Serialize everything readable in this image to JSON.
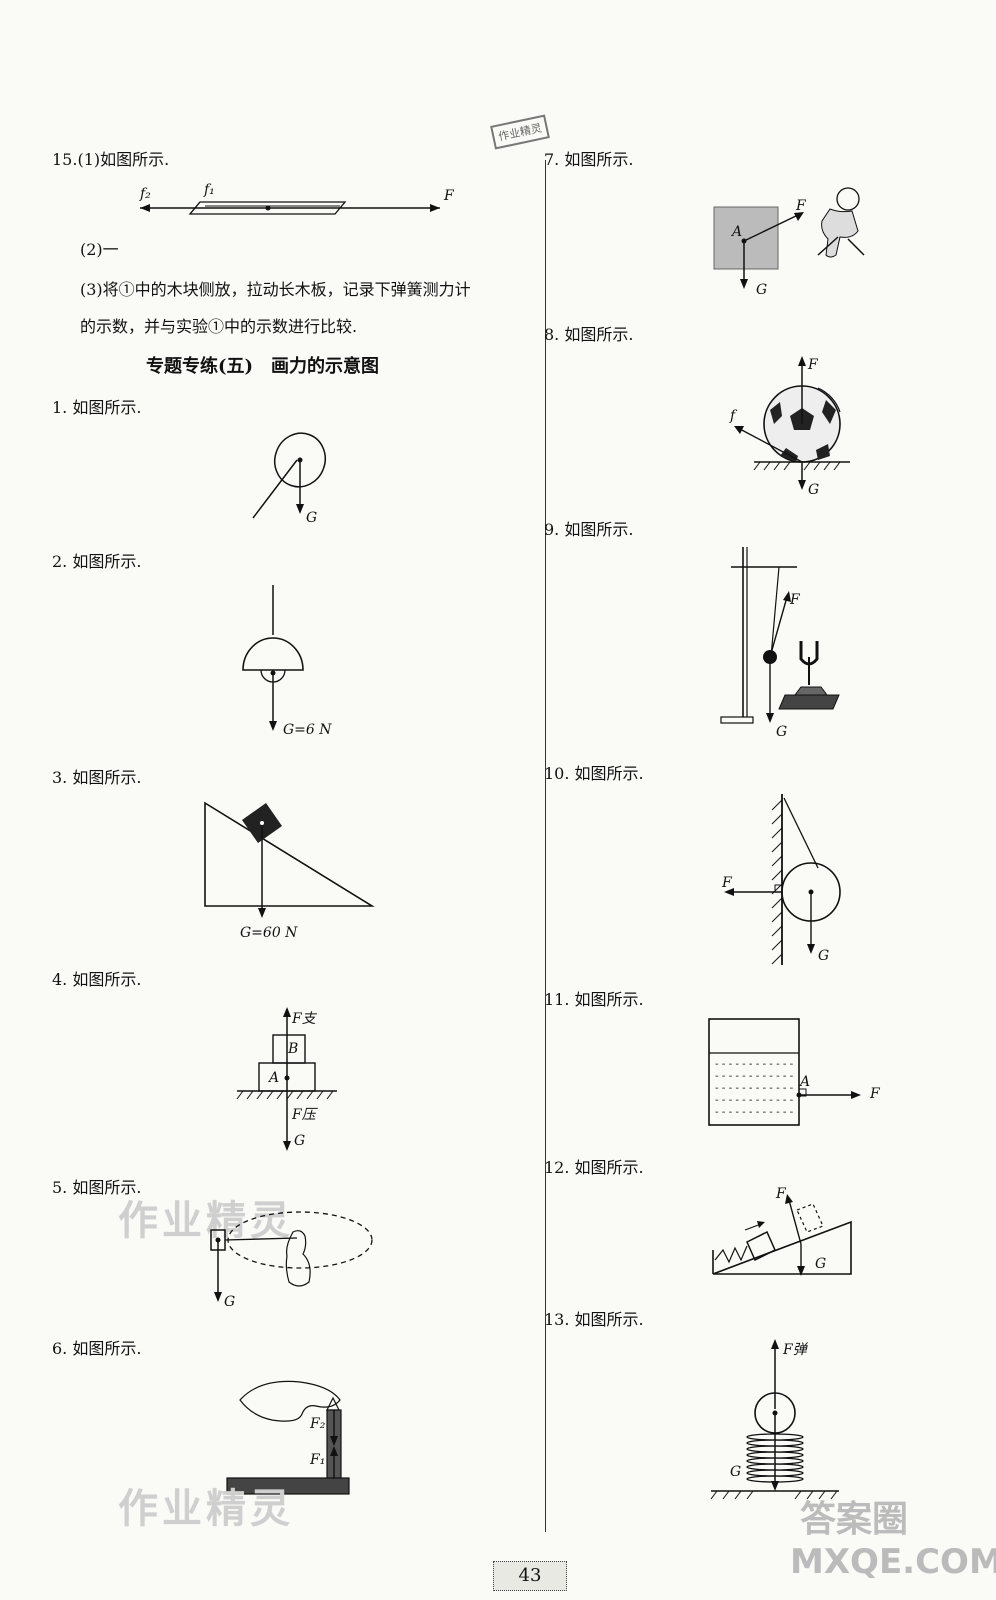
{
  "q15": {
    "part1": "15.(1)如图所示.",
    "labels": {
      "f2": "f₂",
      "f1": "f₁",
      "F": "F"
    },
    "part2": "(2)一",
    "part3_line1": "(3)将①中的木块侧放，拉动长木板，记录下弹簧测力计",
    "part3_line2": "的示数，并与实验①中的示数进行比较."
  },
  "section_title": "专题专练(五)　画力的示意图",
  "items": [
    {
      "num": "1. 如图所示.",
      "labels": [
        "G"
      ]
    },
    {
      "num": "2. 如图所示.",
      "labels": [
        "G=6 N"
      ]
    },
    {
      "num": "3. 如图所示.",
      "labels": [
        "G=60 N"
      ]
    },
    {
      "num": "4. 如图所示.",
      "labels": [
        "F支",
        "B",
        "A",
        "F压",
        "G"
      ]
    },
    {
      "num": "5. 如图所示.",
      "labels": [
        "G"
      ]
    },
    {
      "num": "6. 如图所示.",
      "labels": [
        "F₂",
        "F₁"
      ]
    },
    {
      "num": "7. 如图所示.",
      "labels": [
        "F",
        "A",
        "G"
      ]
    },
    {
      "num": "8. 如图所示.",
      "labels": [
        "F",
        "f",
        "G"
      ]
    },
    {
      "num": "9. 如图所示.",
      "labels": [
        "F",
        "G"
      ]
    },
    {
      "num": "10. 如图所示.",
      "labels": [
        "F",
        "G"
      ]
    },
    {
      "num": "11. 如图所示.",
      "labels": [
        "A",
        "F"
      ]
    },
    {
      "num": "12. 如图所示.",
      "labels": [
        "F",
        "G"
      ]
    },
    {
      "num": "13. 如图所示.",
      "labels": [
        "F弹",
        "G"
      ]
    }
  ],
  "page_number": "43",
  "watermarks": {
    "left": "作业精灵",
    "stamp": "作业精灵",
    "logo": "答案圈",
    "url": "MXQE.COM"
  }
}
